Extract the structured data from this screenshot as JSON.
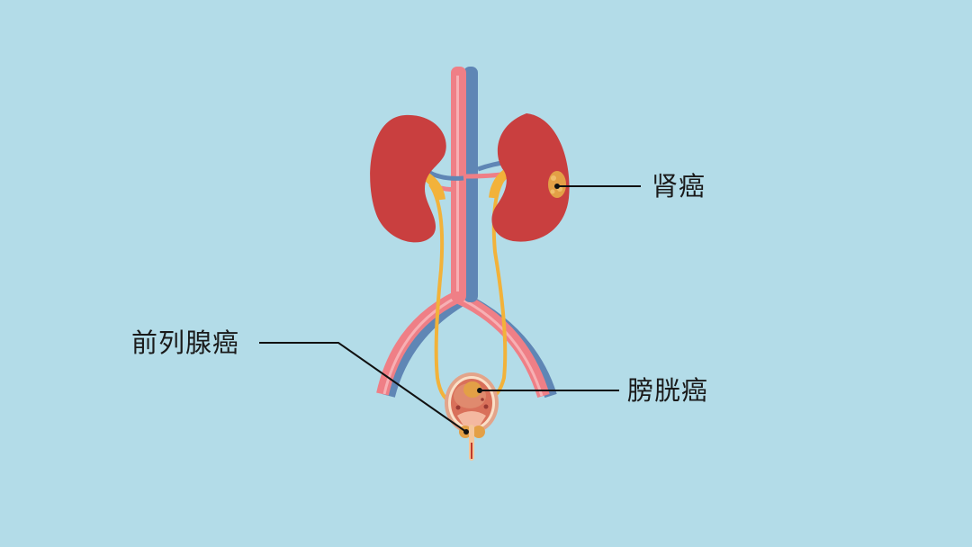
{
  "diagram": {
    "title": "",
    "background_color": "#b3dce8",
    "colors": {
      "kidney": "#c93f3f",
      "artery": "#ef7f86",
      "vein": "#5f86b5",
      "ureter": "#f2b23a",
      "tumor": "#e3a046",
      "bladder": "#d9705a",
      "leader_line": "#111111"
    },
    "labels": [
      {
        "id": "kidney_cancer",
        "text": "肾癌",
        "points_to": "right kidney tumor"
      },
      {
        "id": "prostate_cancer",
        "text": "前列腺癌",
        "points_to": "prostate"
      },
      {
        "id": "bladder_cancer",
        "text": "膀胱癌",
        "points_to": "bladder tumor"
      }
    ]
  }
}
